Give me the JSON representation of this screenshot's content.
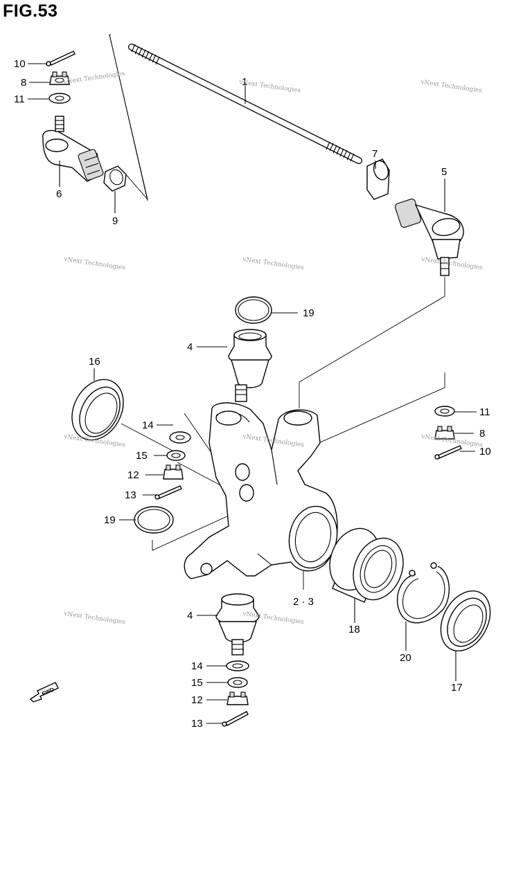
{
  "figure_title": "FIG.53",
  "watermark_text": "vNext Technologies",
  "fwd_label": "FWD",
  "callouts": [
    {
      "id": "c1",
      "label": "1"
    },
    {
      "id": "c2",
      "label": "2 · 3"
    },
    {
      "id": "c4a",
      "label": "4"
    },
    {
      "id": "c4b",
      "label": "4"
    },
    {
      "id": "c5",
      "label": "5"
    },
    {
      "id": "c6",
      "label": "6"
    },
    {
      "id": "c7",
      "label": "7"
    },
    {
      "id": "c8a",
      "label": "8"
    },
    {
      "id": "c8b",
      "label": "8"
    },
    {
      "id": "c9",
      "label": "9"
    },
    {
      "id": "c10a",
      "label": "10"
    },
    {
      "id": "c10b",
      "label": "10"
    },
    {
      "id": "c11a",
      "label": "11"
    },
    {
      "id": "c11b",
      "label": "11"
    },
    {
      "id": "c12a",
      "label": "12"
    },
    {
      "id": "c12b",
      "label": "12"
    },
    {
      "id": "c13a",
      "label": "13"
    },
    {
      "id": "c13b",
      "label": "13"
    },
    {
      "id": "c14a",
      "label": "14"
    },
    {
      "id": "c14b",
      "label": "14"
    },
    {
      "id": "c15a",
      "label": "15"
    },
    {
      "id": "c15b",
      "label": "15"
    },
    {
      "id": "c16",
      "label": "16"
    },
    {
      "id": "c17",
      "label": "17"
    },
    {
      "id": "c18",
      "label": "18"
    },
    {
      "id": "c19a",
      "label": "19"
    },
    {
      "id": "c19b",
      "label": "19"
    },
    {
      "id": "c20",
      "label": "20"
    }
  ]
}
